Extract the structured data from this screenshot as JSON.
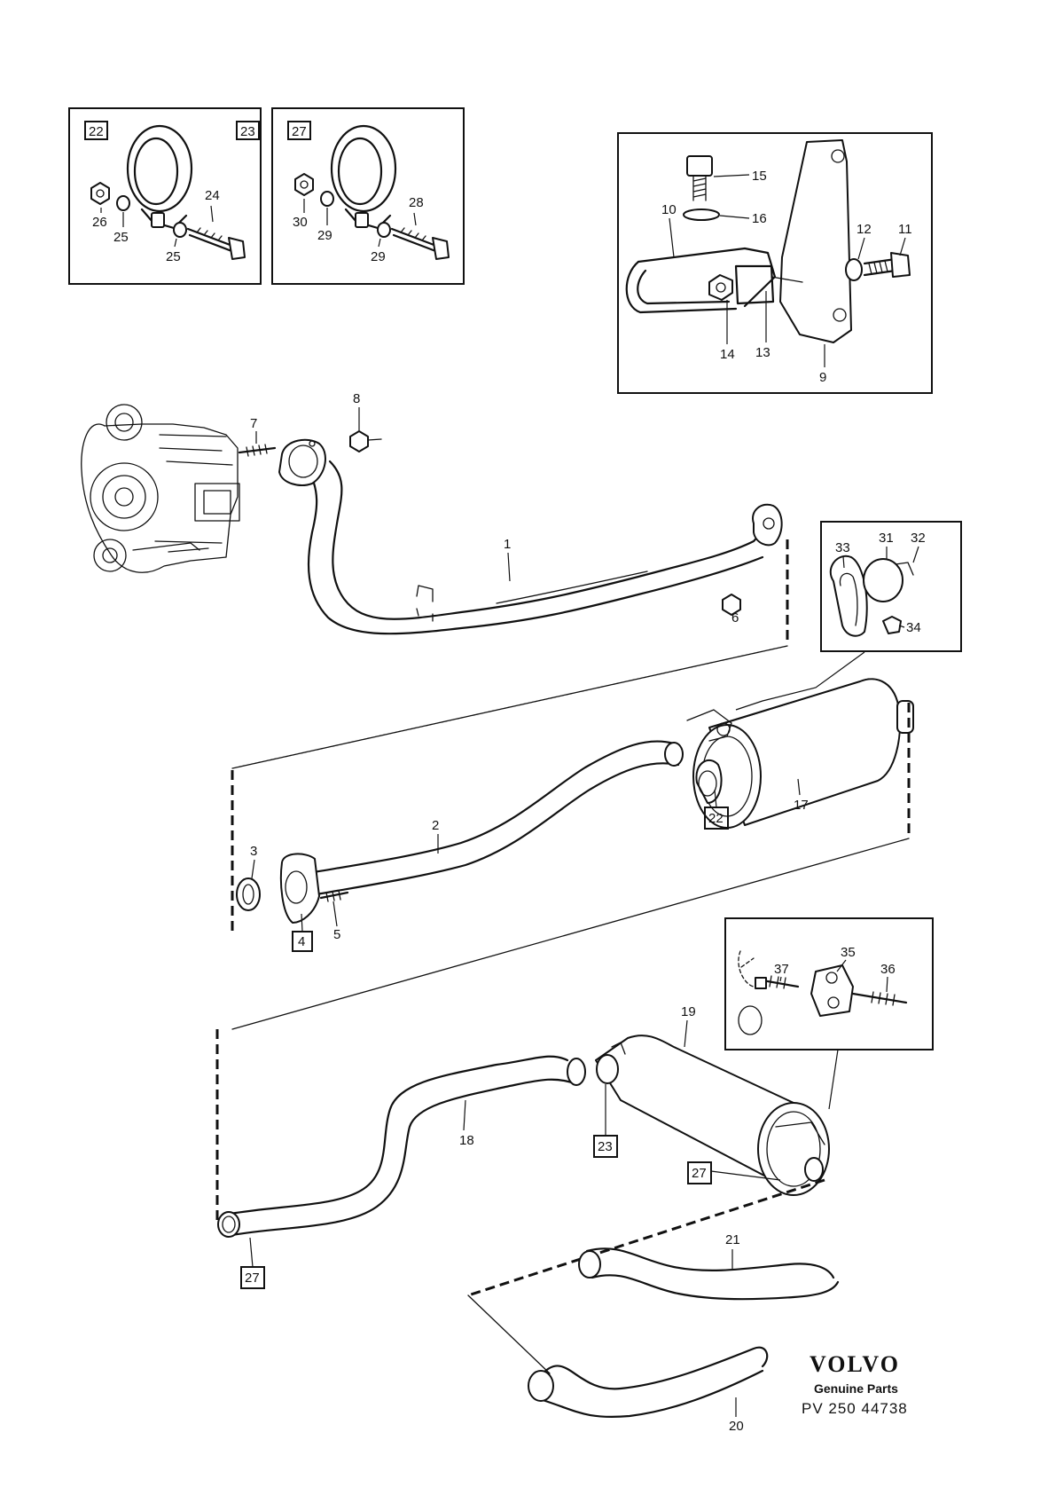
{
  "labels": {
    "l1": "1",
    "l2": "2",
    "l3": "3",
    "l4": "4",
    "l5": "5",
    "l6": "6",
    "l7": "7",
    "l8": "8",
    "l9": "9",
    "l10": "10",
    "l11": "11",
    "l12": "12",
    "l13": "13",
    "l14": "14",
    "l15": "15",
    "l16": "16",
    "l17": "17",
    "l18": "18",
    "l19": "19",
    "l20": "20",
    "l21": "21",
    "l22a": "22",
    "l22b": "22",
    "l23a": "23",
    "l23b": "23",
    "l24": "24",
    "l25a": "25",
    "l25b": "25",
    "l26": "26",
    "l27a": "27",
    "l27b": "27",
    "l27c": "27",
    "l28": "28",
    "l29a": "29",
    "l29b": "29",
    "l30": "30",
    "l31": "31",
    "l32": "32",
    "l33": "33",
    "l34": "34",
    "l35": "35",
    "l36": "36",
    "l37": "37"
  },
  "brand": {
    "name": "VOLVO",
    "tagline": "Genuine Parts",
    "part_number": "PV 250 44738"
  }
}
